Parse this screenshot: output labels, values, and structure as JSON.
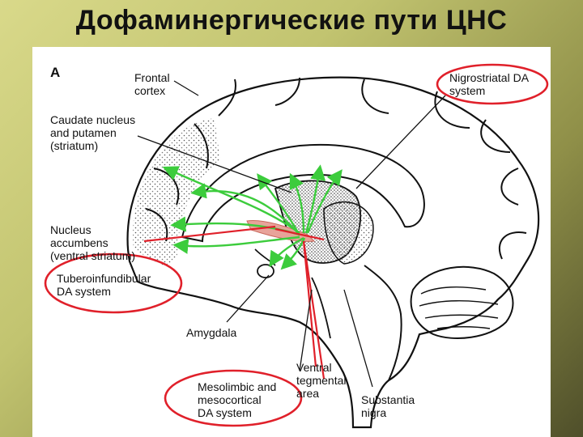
{
  "slide": {
    "title": "Дофаминергические пути ЦНС"
  },
  "figure": {
    "panel_letter": "A",
    "labels": {
      "frontal_cortex": "Frontal\ncortex",
      "caudate_putamen": "Caudate nucleus\nand putamen\n(striatum)",
      "nucleus_accumbens": "Nucleus\naccumbens\n(ventral striatum)",
      "tuberoinfundibular": "Tuberoinfundibular\nDA system",
      "amygdala": "Amygdala",
      "mesolimbic": "Mesolimbic and\nmesocortical\nDA system",
      "ventral_tegmental": "Ventral\ntegmental\narea",
      "substantia_nigra": "Substantia\nnigra",
      "nigrostriatal": "Nigrostriatal DA\nsystem"
    }
  },
  "colors": {
    "highlight_circle": "#e0202a",
    "pathway_arrow": "#3ccc3c",
    "pointer_line": "#e0202a",
    "vta_region": "#e8a39a",
    "outline": "#111111"
  }
}
